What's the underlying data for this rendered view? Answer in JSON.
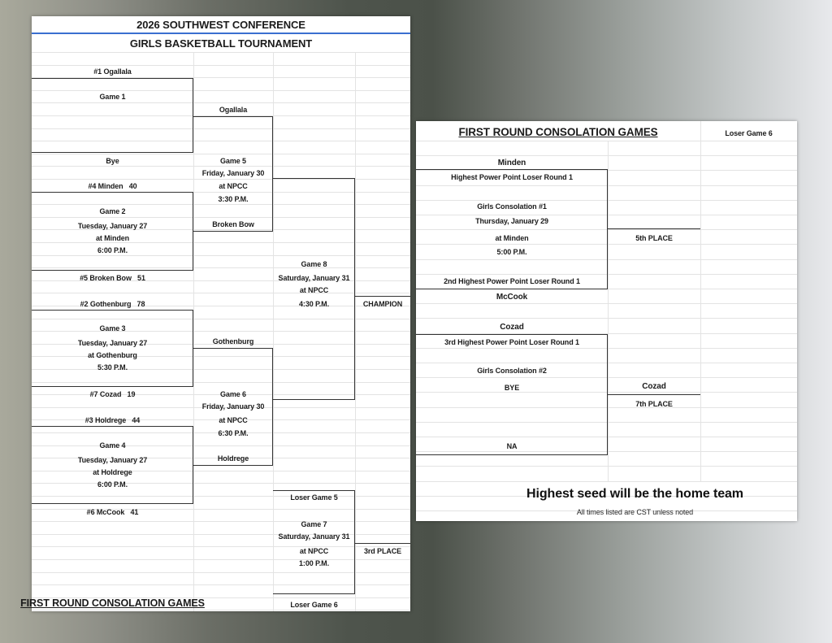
{
  "left_sheet": {
    "title_line1": "2026 SOUTHWEST CONFERENCE",
    "title_line2": "GIRLS BASKETBALL TOURNAMENT",
    "round1": {
      "team_1": "#1 Ogallala",
      "game1_label": "Game 1",
      "bye": "Bye",
      "team_4": "#4 Minden   40",
      "game2_label": "Game 2",
      "game2_date": "Tuesday, January 27",
      "game2_site": "at Minden",
      "game2_time": "6:00 P.M.",
      "team_5": "#5 Broken Bow   51",
      "team_2": "#2 Gothenburg   78",
      "game3_label": "Game 3",
      "game3_date": "Tuesday, January 27",
      "game3_site": "at Gothenburg",
      "game3_time": "5:30 P.M.",
      "team_7": "#7 Cozad   19",
      "team_3": "#3 Holdrege   44",
      "game4_label": "Game 4",
      "game4_date": "Tuesday, January 27",
      "game4_site": "at Holdrege",
      "game4_time": "6:00 P.M.",
      "team_6": "#6 McCook   41"
    },
    "semifinals": {
      "winner_g1": "Ogallala",
      "game5_label": "Game 5",
      "game5_date": "Friday, January 30",
      "game5_site": "at NPCC",
      "game5_time": "3:30 P.M.",
      "winner_g2": "Broken Bow",
      "winner_g3": "Gothenburg",
      "game6_label": "Game 6",
      "game6_date": "Friday, January 30",
      "game6_site": "at NPCC",
      "game6_time": "6:30 P.M.",
      "winner_g4": "Holdrege"
    },
    "final": {
      "game8_label": "Game 8",
      "game8_date": "Saturday, January 31",
      "game8_site": "at NPCC",
      "game8_time": "4:30 P.M.",
      "champion": "CHAMPION"
    },
    "third_place": {
      "loser_g5": "Loser Game 5",
      "game7_label": "Game 7",
      "game7_date": "Saturday, January 31",
      "game7_site": "at NPCC",
      "game7_time": "1:00 P.M.",
      "third_place_label": "3rd PLACE",
      "loser_g6": "Loser Game 6"
    },
    "footer_title": "FIRST ROUND CONSOLATION GAMES"
  },
  "right_sheet": {
    "title": "FIRST ROUND CONSOLATION GAMES",
    "header_right": "Loser Game 6",
    "consolation1": {
      "team_top": "Minden",
      "top_desc": "Highest Power Point Loser Round 1",
      "label": "Girls Consolation #1",
      "date": "Thursday, January 29",
      "site": "at Minden",
      "time": "5:00 P.M.",
      "bottom_desc": "2nd Highest Power Point Loser Round 1",
      "team_bottom": "McCook",
      "result": "5th PLACE"
    },
    "consolation2": {
      "team_top": "Cozad",
      "top_desc": "3rd Highest Power Point Loser Round 1",
      "label": "Girls Consolation #2",
      "bye": "BYE",
      "bottom": "NA",
      "winner": "Cozad",
      "result": "7th PLACE"
    },
    "note_home": "Highest seed will be the home team",
    "note_times": "All times listed are CST unless noted"
  },
  "colors": {
    "title_rule": "#3a6fd0",
    "bracket_line": "#333333",
    "grid_line": "#e3e3e3"
  }
}
